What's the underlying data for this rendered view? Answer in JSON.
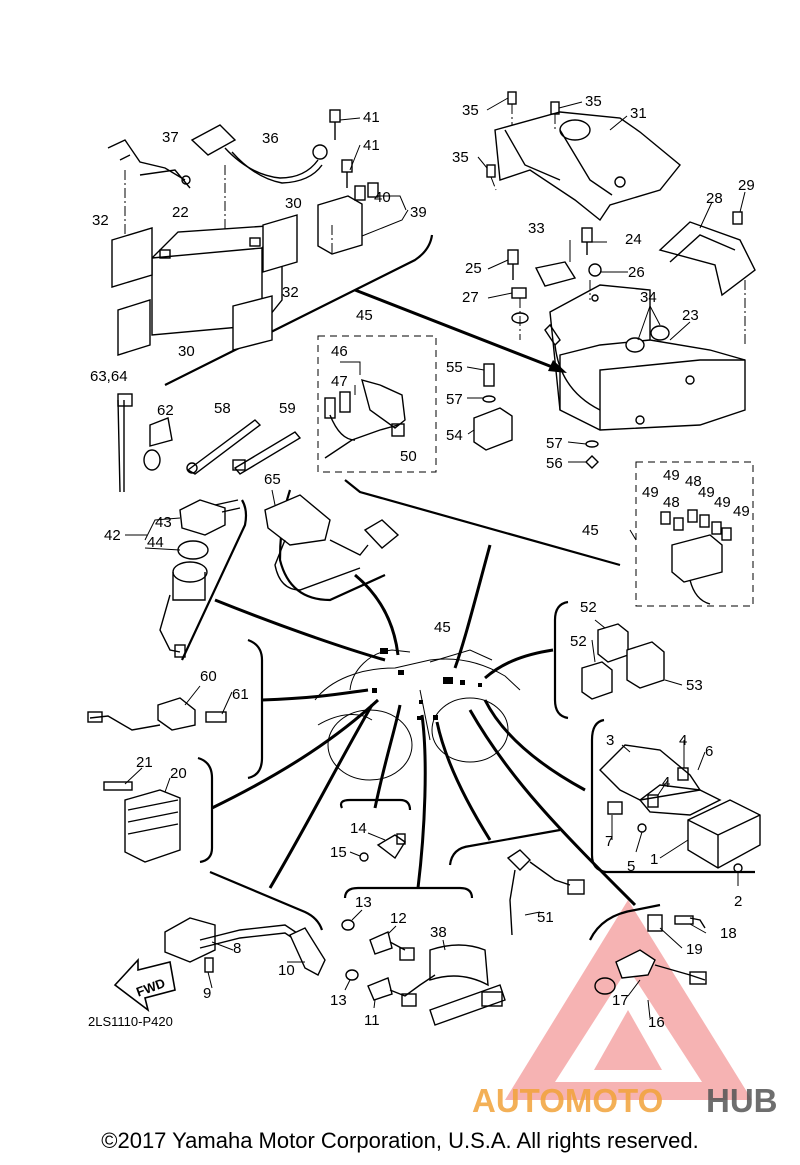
{
  "diagram": {
    "callouts": [
      {
        "id": "41a",
        "text": "41"
      },
      {
        "id": "41b",
        "text": "41"
      },
      {
        "id": "37",
        "text": "37"
      },
      {
        "id": "36",
        "text": "36"
      },
      {
        "id": "40",
        "text": "40"
      },
      {
        "id": "39",
        "text": "39"
      },
      {
        "id": "22",
        "text": "22"
      },
      {
        "id": "32a",
        "text": "32"
      },
      {
        "id": "30a",
        "text": "30"
      },
      {
        "id": "32b",
        "text": "32"
      },
      {
        "id": "30b",
        "text": "30"
      },
      {
        "id": "35a",
        "text": "35"
      },
      {
        "id": "35b",
        "text": "35"
      },
      {
        "id": "35c",
        "text": "35"
      },
      {
        "id": "31",
        "text": "31"
      },
      {
        "id": "28",
        "text": "28"
      },
      {
        "id": "29",
        "text": "29"
      },
      {
        "id": "33",
        "text": "33"
      },
      {
        "id": "24",
        "text": "24"
      },
      {
        "id": "25",
        "text": "25"
      },
      {
        "id": "26",
        "text": "26"
      },
      {
        "id": "27",
        "text": "27"
      },
      {
        "id": "34",
        "text": "34"
      },
      {
        "id": "23",
        "text": "23"
      },
      {
        "id": "45a",
        "text": "45"
      },
      {
        "id": "46",
        "text": "46"
      },
      {
        "id": "47",
        "text": "47"
      },
      {
        "id": "50",
        "text": "50"
      },
      {
        "id": "55",
        "text": "55"
      },
      {
        "id": "57a",
        "text": "57"
      },
      {
        "id": "54",
        "text": "54"
      },
      {
        "id": "57b",
        "text": "57"
      },
      {
        "id": "56",
        "text": "56"
      },
      {
        "id": "6364",
        "text": "63,64"
      },
      {
        "id": "62",
        "text": "62"
      },
      {
        "id": "58",
        "text": "58"
      },
      {
        "id": "59",
        "text": "59"
      },
      {
        "id": "49a",
        "text": "49"
      },
      {
        "id": "48a",
        "text": "48"
      },
      {
        "id": "49b",
        "text": "49"
      },
      {
        "id": "48b",
        "text": "48"
      },
      {
        "id": "49c",
        "text": "49"
      },
      {
        "id": "49d",
        "text": "49"
      },
      {
        "id": "49e",
        "text": "49"
      },
      {
        "id": "45b",
        "text": "45"
      },
      {
        "id": "65",
        "text": "65"
      },
      {
        "id": "43",
        "text": "43"
      },
      {
        "id": "42",
        "text": "42"
      },
      {
        "id": "44",
        "text": "44"
      },
      {
        "id": "45c",
        "text": "45"
      },
      {
        "id": "52a",
        "text": "52"
      },
      {
        "id": "52b",
        "text": "52"
      },
      {
        "id": "53",
        "text": "53"
      },
      {
        "id": "60",
        "text": "60"
      },
      {
        "id": "61",
        "text": "61"
      },
      {
        "id": "3",
        "text": "3"
      },
      {
        "id": "4a",
        "text": "4"
      },
      {
        "id": "6",
        "text": "6"
      },
      {
        "id": "4b",
        "text": "4"
      },
      {
        "id": "7",
        "text": "7"
      },
      {
        "id": "5",
        "text": "5"
      },
      {
        "id": "1",
        "text": "1"
      },
      {
        "id": "2",
        "text": "2"
      },
      {
        "id": "21",
        "text": "21"
      },
      {
        "id": "20",
        "text": "20"
      },
      {
        "id": "14",
        "text": "14"
      },
      {
        "id": "15",
        "text": "15"
      },
      {
        "id": "51",
        "text": "51"
      },
      {
        "id": "13a",
        "text": "13"
      },
      {
        "id": "12",
        "text": "12"
      },
      {
        "id": "38",
        "text": "38"
      },
      {
        "id": "13b",
        "text": "13"
      },
      {
        "id": "11",
        "text": "11"
      },
      {
        "id": "18",
        "text": "18"
      },
      {
        "id": "19",
        "text": "19"
      },
      {
        "id": "17",
        "text": "17"
      },
      {
        "id": "16",
        "text": "16"
      },
      {
        "id": "8",
        "text": "8"
      },
      {
        "id": "10",
        "text": "10"
      },
      {
        "id": "9",
        "text": "9"
      }
    ],
    "fwd_label": "FWD",
    "diagram_code": "2LS1110-P420"
  },
  "watermark": {
    "brand_part1": "AUTOMOTO",
    "brand_part2": "HUB",
    "color_primary": "#f2a33a",
    "color_secondary": "#555555",
    "triangle_color": "#f08a8a"
  },
  "footer": {
    "copyright": "©2017 Yamaha Motor Corporation, U.S.A. All rights reserved."
  }
}
